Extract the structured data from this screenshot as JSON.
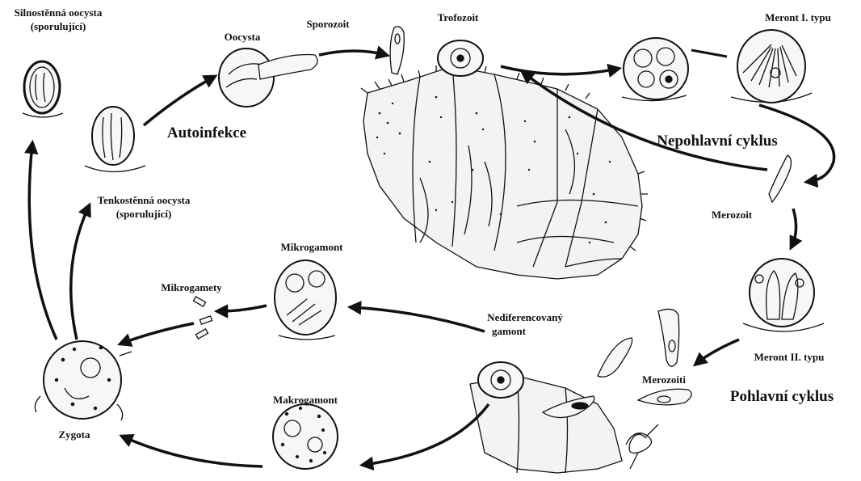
{
  "labels": {
    "silnostenna_oocysta": "Silnostěnná oocysta",
    "silnostenna_sporulujici": "(sporulující)",
    "oocysta": "Oocysta",
    "sporozoit": "Sporozoit",
    "trofozoit": "Trofozoit",
    "meront_1": "Meront I. typu",
    "autoinfekce": "Autoinfekce",
    "nepohlavni_cyklus": "Nepohlavní cyklus",
    "tenkostenna_oocysta": "Tenkostěnná oocysta",
    "tenkostenna_sporulujici": "(sporulující)",
    "merozoit": "Merozoit",
    "mikrogamont": "Mikrogamont",
    "mikrogamety": "Mikrogamety",
    "nediferencovany_1": "Nediferencovaný",
    "nediferencovany_2": "gamont",
    "meront_2": "Meront II. typu",
    "merozoiti": "Merozoiti",
    "pohlavni_cyklus": "Pohlavní cyklus",
    "makrogamont": "Makrogamont",
    "zygota": "Zygota"
  },
  "colors": {
    "ink": "#111111",
    "cell_fill": "#f7f7f7",
    "background": "#ffffff"
  }
}
